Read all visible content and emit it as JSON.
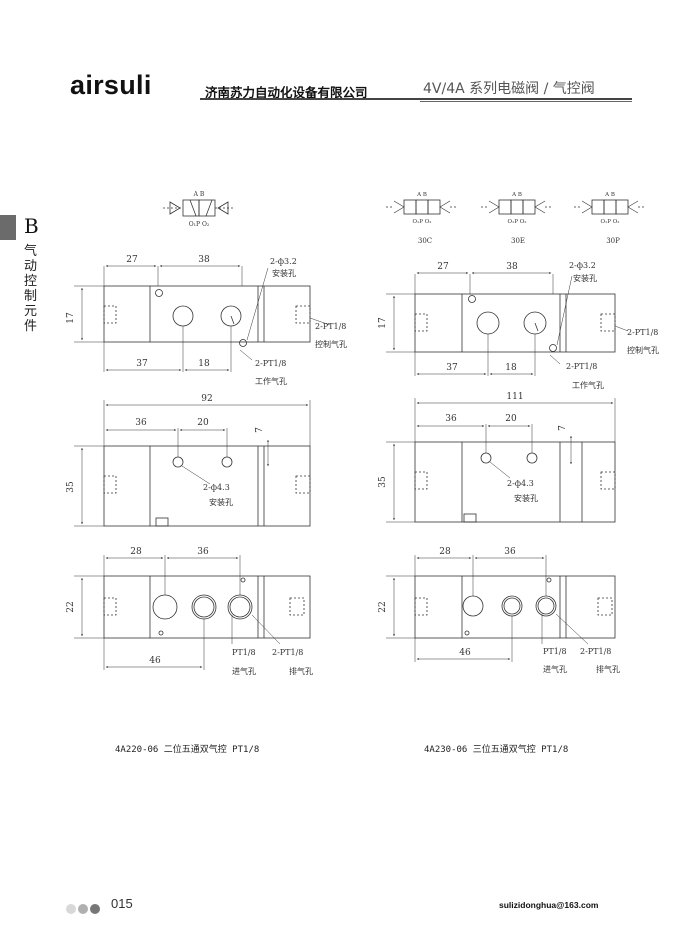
{
  "header": {
    "brand": "airsuli",
    "company": "济南苏力自动化设备有限公司",
    "series_title": "4V/4A 系列电磁阀 / 气控阀"
  },
  "sidebar": {
    "letter": "B",
    "chars": [
      "气",
      "动",
      "控",
      "制",
      "元",
      "件"
    ]
  },
  "left": {
    "symbol": {
      "ports_top": "A B",
      "ports_bottom": "O₁P O₂"
    },
    "top_view": {
      "d27": "27",
      "d38": "38",
      "d17": "17",
      "d37": "37",
      "d18": "18",
      "holes": "2-ф3.2",
      "mount": "安装孔",
      "pt_ctrl": "2-PT1/8",
      "ctrl": "控制气孔",
      "pt_work": "2-PT1/8",
      "work": "工作气孔"
    },
    "mid_view": {
      "d92": "92",
      "d36": "36",
      "d20": "20",
      "d7": "7",
      "d35": "35",
      "holes": "2-ф4.3",
      "mount": "安装孔"
    },
    "bot_view": {
      "d28": "28",
      "d36": "36",
      "d22": "22",
      "d46": "46",
      "pt_in": "PT1/8",
      "inlet": "进气孔",
      "pt_ex": "2-PT1/8",
      "exhaust": "排气孔"
    },
    "caption": "4A220-06 二位五通双气控 PT1/8"
  },
  "right": {
    "symbols": [
      {
        "label": "30C",
        "ports_top": "A B",
        "ports_bottom": "O₁P O₂"
      },
      {
        "label": "30E",
        "ports_top": "A B",
        "ports_bottom": "O₁P O₂"
      },
      {
        "label": "30P",
        "ports_top": "A B",
        "ports_bottom": "O₁P O₂"
      }
    ],
    "top_view": {
      "d27": "27",
      "d38": "38",
      "d17": "17",
      "d37": "37",
      "d18": "18",
      "holes": "2-ф3.2",
      "mount": "安装孔",
      "pt_ctrl": "2-PT1/8",
      "ctrl": "控制气孔",
      "pt_work": "2-PT1/8",
      "work": "工作气孔"
    },
    "mid_view": {
      "d111": "111",
      "d36": "36",
      "d20": "20",
      "d7": "7",
      "d35": "35",
      "holes": "2-ф4.3",
      "mount": "安装孔"
    },
    "bot_view": {
      "d28": "28",
      "d36": "36",
      "d22": "22",
      "d46": "46",
      "pt_in": "PT1/8",
      "inlet": "进气孔",
      "pt_ex": "2-PT1/8",
      "exhaust": "排气孔"
    },
    "caption": "4A230-06 三位五通双气控 PT1/8"
  },
  "footer": {
    "page": "015",
    "email": "sulizidonghua@163.com",
    "dot_colors": [
      "#d8d8d8",
      "#b0b0b0",
      "#777777"
    ]
  }
}
